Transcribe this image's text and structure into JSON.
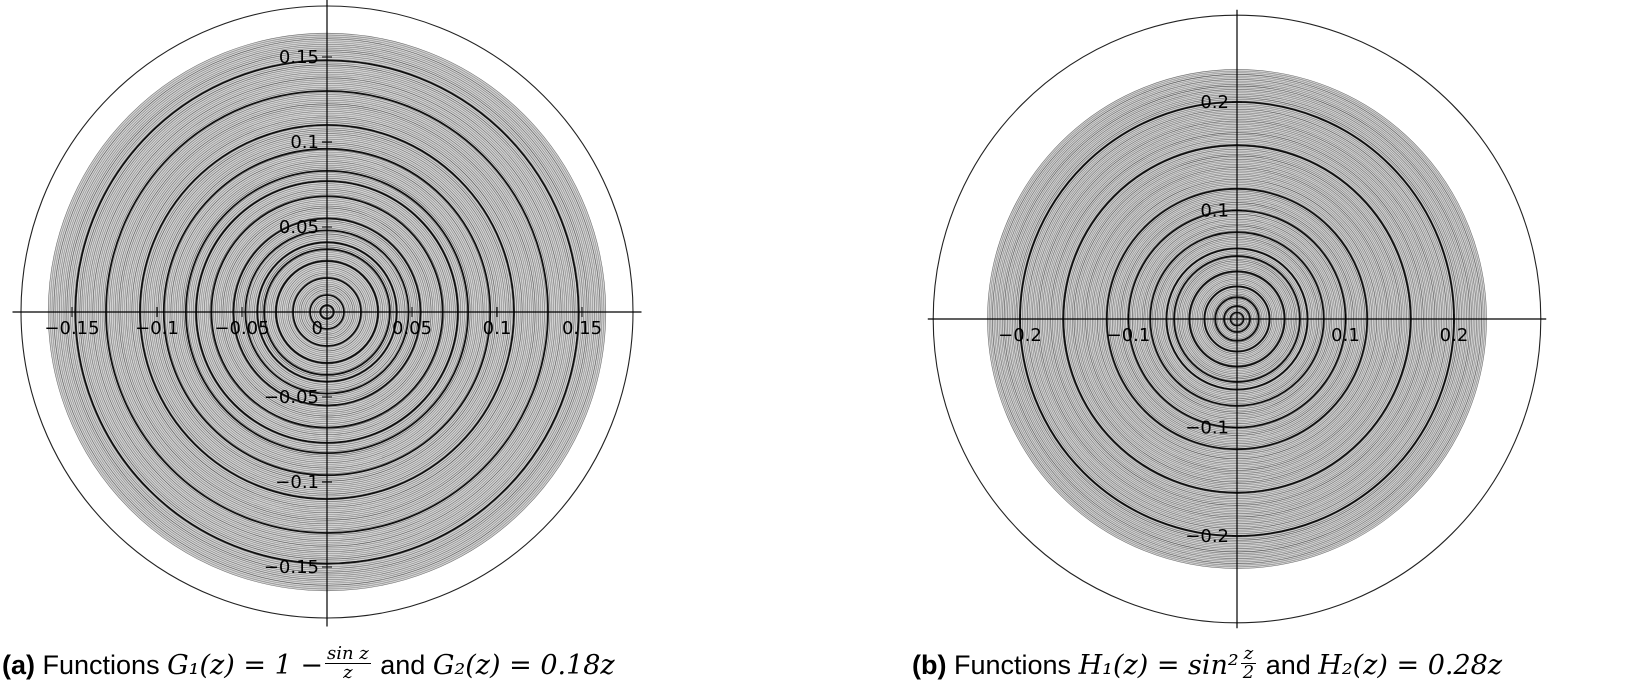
{
  "chart_data": [
    {
      "type": "scatter",
      "panel": "a",
      "caption_tag": "(a)",
      "caption_lead": "Functions",
      "caption_f1_lhs": "G₁(z) = 1 −",
      "caption_f1_num": "sin z",
      "caption_f1_den": "z",
      "caption_and": "and",
      "caption_f2": "G₂(z) = 0.18z",
      "x_ticks": [
        -0.15,
        -0.1,
        -0.05,
        0,
        0.05,
        0.1,
        0.15
      ],
      "y_ticks": [
        -0.15,
        -0.1,
        -0.05,
        0.05,
        0.1,
        0.15
      ],
      "x_tick_labels": [
        "−0.15",
        "−0.1",
        "−0.05",
        "0",
        "0.05",
        "0.1",
        "0.15"
      ],
      "y_tick_labels": [
        "−0.15",
        "−0.1",
        "−0.05",
        "0.05",
        "0.1",
        "0.15"
      ],
      "xlim": [
        -0.185,
        0.185
      ],
      "ylim": [
        -0.185,
        0.185
      ],
      "outer_circle_radius": 0.18,
      "image_disk_radius": 0.164,
      "bold_circle_radii": [
        0.004,
        0.01,
        0.02,
        0.03,
        0.037,
        0.041,
        0.048,
        0.055,
        0.068,
        0.077,
        0.083,
        0.096,
        0.11,
        0.13,
        0.148
      ],
      "grid": false
    },
    {
      "type": "scatter",
      "panel": "b",
      "caption_tag": "(b)",
      "caption_lead": "Functions",
      "caption_f1_lhs": "H₁(z) = sin²",
      "caption_f1_num": "z",
      "caption_f1_den": "2",
      "caption_and": "and",
      "caption_f2": "H₂(z) = 0.28z",
      "x_ticks": [
        -0.2,
        -0.1,
        0.1,
        0.2
      ],
      "y_ticks": [
        -0.2,
        -0.1,
        0.1,
        0.2
      ],
      "x_tick_labels": [
        "−0.2",
        "−0.1",
        "0.1",
        "0.2"
      ],
      "y_tick_labels": [
        "−0.2",
        "−0.1",
        "0.1",
        "0.2"
      ],
      "xlim": [
        -0.285,
        0.285
      ],
      "ylim": [
        -0.285,
        0.285
      ],
      "outer_circle_radius": 0.28,
      "image_disk_radius": 0.23,
      "bold_circle_radii": [
        0.006,
        0.012,
        0.02,
        0.03,
        0.044,
        0.058,
        0.065,
        0.08,
        0.1,
        0.12,
        0.16,
        0.2
      ],
      "grid": false
    }
  ]
}
